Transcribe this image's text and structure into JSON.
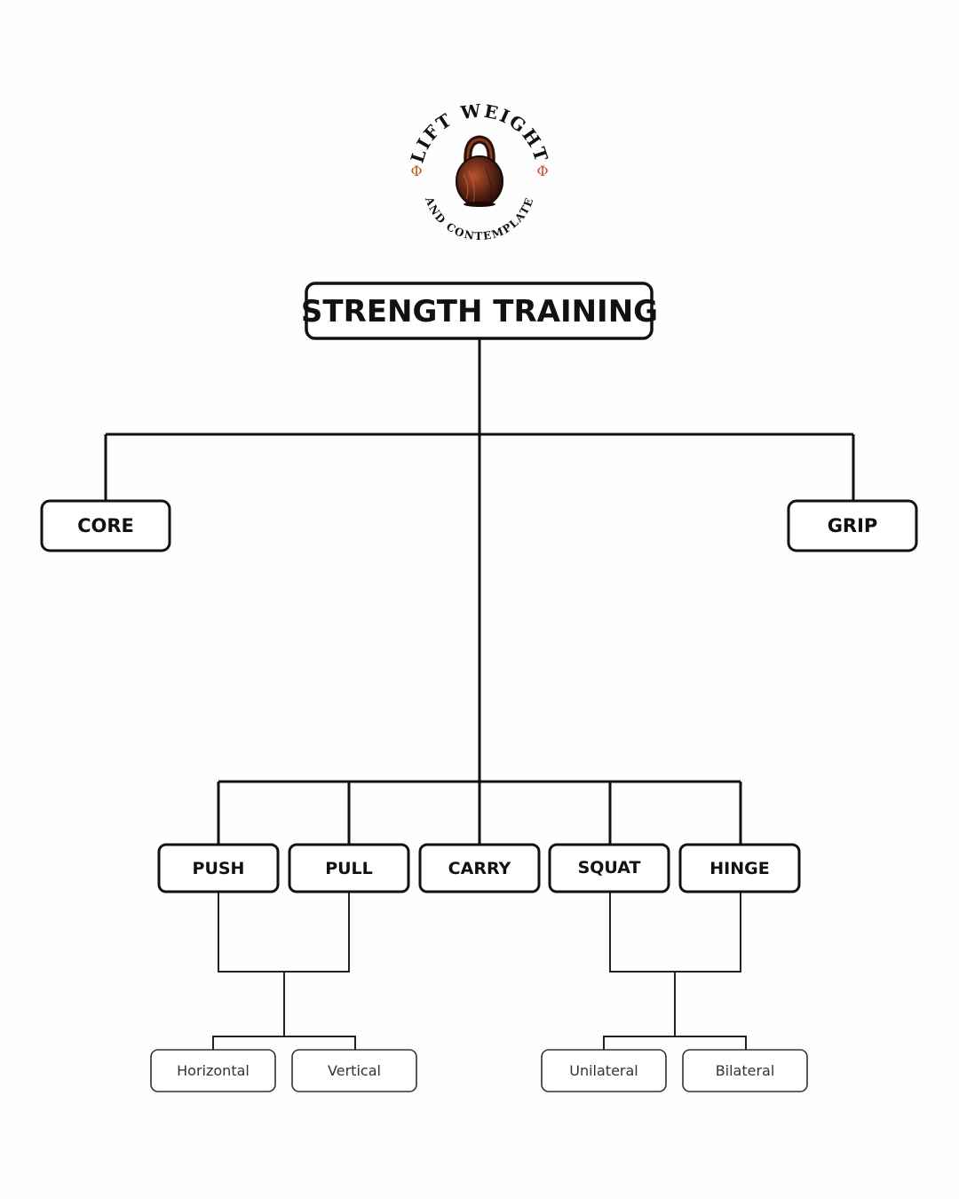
{
  "logo": {
    "top_text": "LIFT WEIGHT",
    "bottom_text": "AND CONTEMPLATE",
    "phi_left": "Φ",
    "phi_right": "Φ",
    "accent_color": "#c8552b"
  },
  "tree": {
    "root": "STRENGTH TRAINING",
    "side_left": "CORE",
    "side_right": "GRIP",
    "patterns": [
      "PUSH",
      "PULL",
      "CARRY",
      "SQUAT",
      "HINGE"
    ],
    "upper_subtypes": [
      "Horizontal",
      "Vertical"
    ],
    "lower_subtypes": [
      "Unilateral",
      "Bilateral"
    ]
  }
}
